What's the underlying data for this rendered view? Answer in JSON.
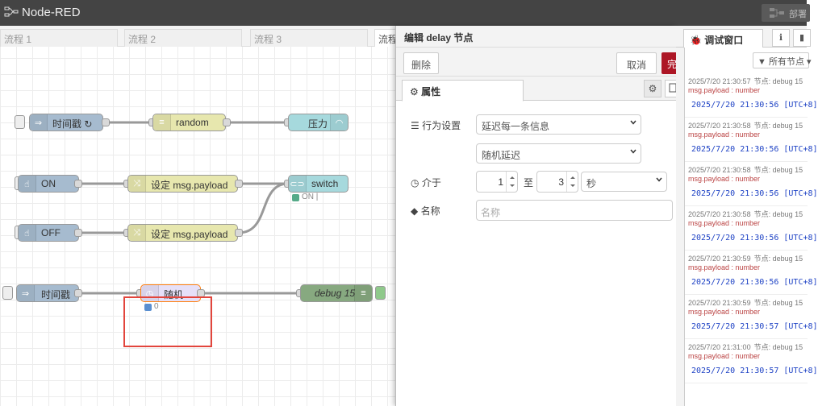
{
  "header": {
    "title": "Node-RED",
    "deploy_label": "部署"
  },
  "workspace": {
    "tabs": [
      "流程 1",
      "流程 2",
      "流程 3",
      "流程"
    ],
    "nodes": {
      "timestamp1": "时间戳 ↻",
      "random": "random",
      "gauge": "压力",
      "on": "ON",
      "set1": "设定 msg.payload",
      "switch": "switch",
      "switch_status": "ON |",
      "off": "OFF",
      "set2": "设定 msg.payload",
      "timestamp2": "时间戳",
      "delay": "随机",
      "delay_status": "0",
      "debug": "debug 15"
    }
  },
  "editor": {
    "title": "编辑 delay 节点",
    "delete_label": "删除",
    "cancel_label": "取消",
    "done_label": "完",
    "tab_properties": "属性",
    "action_label": "行为设置",
    "action_value": "延迟每一条信息",
    "type_value": "随机延迟",
    "between_label": "介于",
    "min_value": "1",
    "to_label": "至",
    "max_value": "3",
    "unit_value": "秒",
    "name_label": "名称",
    "name_placeholder": "名称"
  },
  "sidebar": {
    "tab_label": "调试窗口",
    "filter_label": "所有节点",
    "messages": [
      {
        "time": "2025/7/20 21:30:57",
        "node": "节点: debug 15",
        "type": "msg.payload : number",
        "value": "2025/7/20 21:30:56 [UTC+8]"
      },
      {
        "time": "2025/7/20 21:30:58",
        "node": "节点: debug 15",
        "type": "msg.payload : number",
        "value": "2025/7/20 21:30:56 [UTC+8]"
      },
      {
        "time": "2025/7/20 21:30:58",
        "node": "节点: debug 15",
        "type": "msg.payload : number",
        "value": "2025/7/20 21:30:56 [UTC+8]"
      },
      {
        "time": "2025/7/20 21:30:58",
        "node": "节点: debug 15",
        "type": "msg.payload : number",
        "value": "2025/7/20 21:30:56 [UTC+8]"
      },
      {
        "time": "2025/7/20 21:30:59",
        "node": "节点: debug 15",
        "type": "msg.payload : number",
        "value": "2025/7/20 21:30:56 [UTC+8]"
      },
      {
        "time": "2025/7/20 21:30:59",
        "node": "节点: debug 15",
        "type": "msg.payload : number",
        "value": "2025/7/20 21:30:57 [UTC+8]"
      },
      {
        "time": "2025/7/20 21:31:00",
        "node": "节点: debug 15",
        "type": "msg.payload : number",
        "value": "2025/7/20 21:30:57 [UTC+8]"
      }
    ]
  },
  "colors": {
    "header_bg": "#444444",
    "inject_node": "#a6bbcf",
    "function_node": "#e7e7ae",
    "dashboard_node": "#a6d9dd",
    "delay_node": "#e6e0f8",
    "debug_node": "#87a980",
    "selection_outline": "#e2453c",
    "done_button": "#ad1625"
  }
}
